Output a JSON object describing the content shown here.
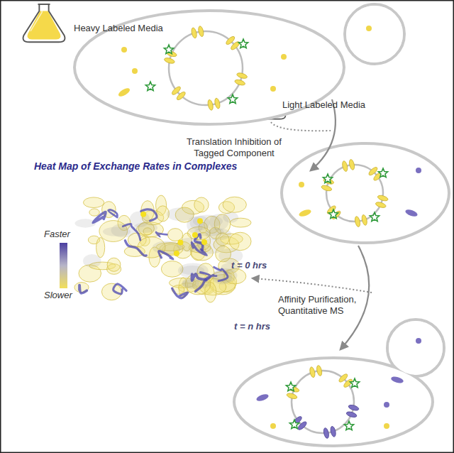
{
  "diagram": {
    "title": "Heat Map of Exchange Rates in Complexes",
    "labels": [
      "Heavy Labeled Media",
      "Light Labeled Media",
      "Translation Inhibition of Tagged Component",
      "t = 0 hrs",
      "Affinity Purification, Quantitative MS",
      "t = n hrs"
    ],
    "legend": [
      {
        "text": "Faster",
        "color": "#4b3fa0"
      },
      {
        "text": "Slower",
        "color": "#f2df5a"
      }
    ]
  }
}
